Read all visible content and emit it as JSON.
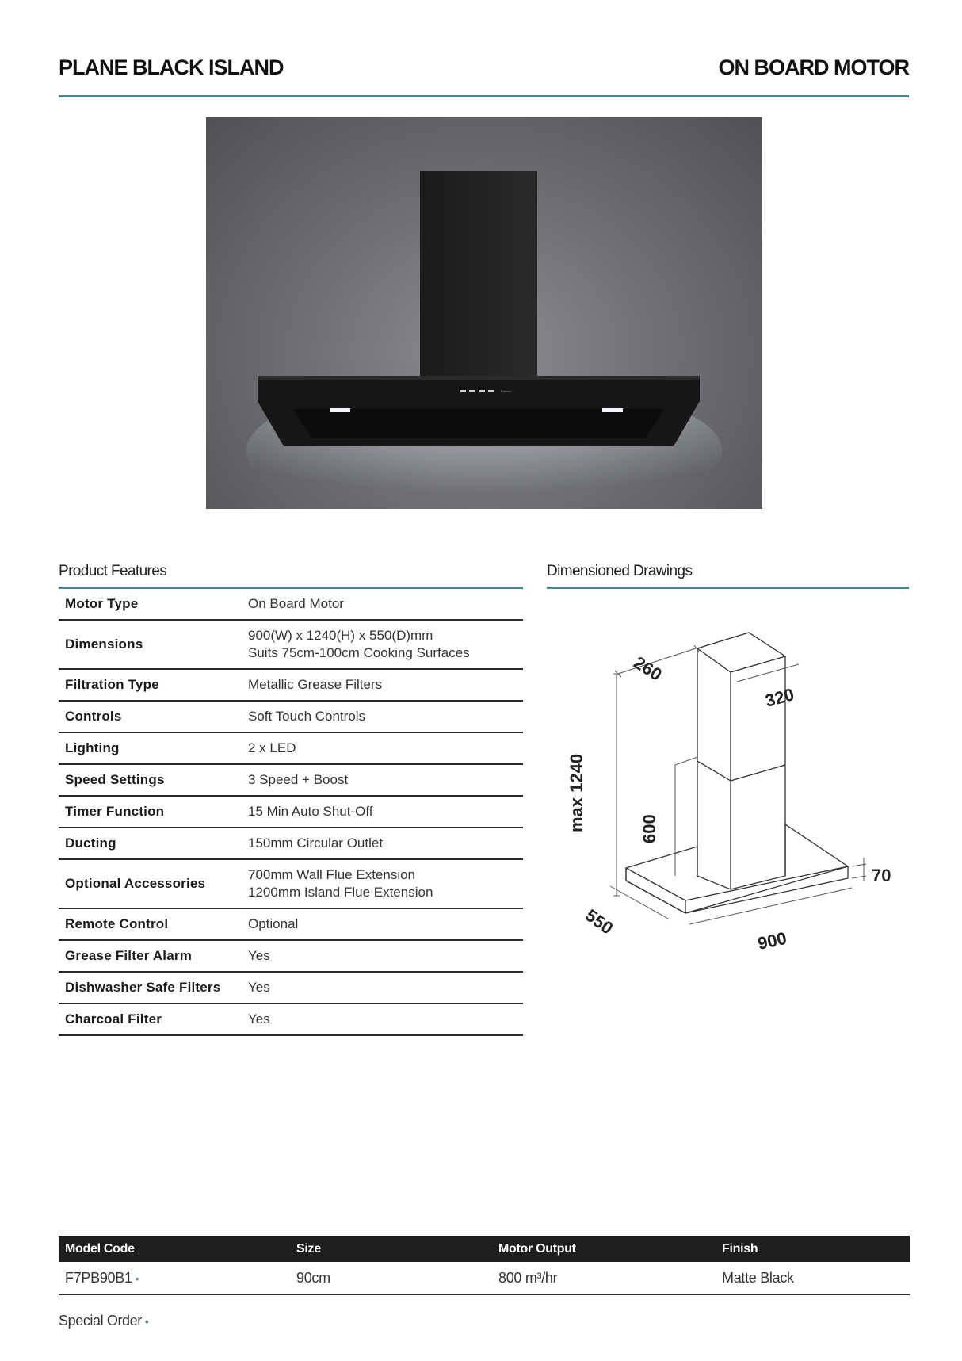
{
  "header": {
    "title_left": "PLANE BLACK ISLAND",
    "title_right": "ON BOARD MOTOR"
  },
  "product_image": {
    "hood_brand_text": "Falmec"
  },
  "features": {
    "heading": "Product Features",
    "rows": [
      {
        "label": "Motor Type",
        "lines": [
          "On Board Motor"
        ]
      },
      {
        "label": "Dimensions",
        "lines": [
          "900(W) x 1240(H) x 550(D)mm",
          "Suits 75cm-100cm Cooking Surfaces"
        ]
      },
      {
        "label": "Filtration Type",
        "lines": [
          "Metallic Grease Filters"
        ]
      },
      {
        "label": "Controls",
        "lines": [
          "Soft Touch Controls"
        ]
      },
      {
        "label": "Lighting",
        "lines": [
          "2 x LED"
        ]
      },
      {
        "label": "Speed Settings",
        "lines": [
          "3 Speed + Boost"
        ]
      },
      {
        "label": "Timer Function",
        "lines": [
          "15 Min Auto Shut-Off"
        ]
      },
      {
        "label": "Ducting",
        "lines": [
          "150mm Circular Outlet"
        ]
      },
      {
        "label": "Optional Accessories",
        "lines": [
          "700mm Wall Flue Extension",
          "1200mm Island Flue Extension"
        ]
      },
      {
        "label": "Remote Control",
        "lines": [
          "Optional"
        ]
      },
      {
        "label": "Grease Filter Alarm",
        "lines": [
          "Yes"
        ]
      },
      {
        "label": "Dishwasher Safe Filters",
        "lines": [
          "Yes"
        ]
      },
      {
        "label": "Charcoal Filter",
        "lines": [
          "Yes"
        ]
      }
    ]
  },
  "drawings": {
    "heading": "Dimensioned Drawings",
    "dim_260": "260",
    "dim_320": "320",
    "dim_max_height": "max 1240",
    "dim_600": "600",
    "dim_70": "70",
    "dim_550": "550",
    "dim_900": "900"
  },
  "models": {
    "headers": [
      "Model Code",
      "Size",
      "Motor Output",
      "Finish"
    ],
    "rows": [
      {
        "code": "F7PB90B1",
        "size": "90cm",
        "output": "800 m³/hr",
        "finish": "Matte Black",
        "special_order": true
      }
    ]
  },
  "footnote": "Special Order",
  "dot_symbol": "•",
  "colors": {
    "accent": "#4d8590",
    "dark_header": "#1e1e1e"
  }
}
